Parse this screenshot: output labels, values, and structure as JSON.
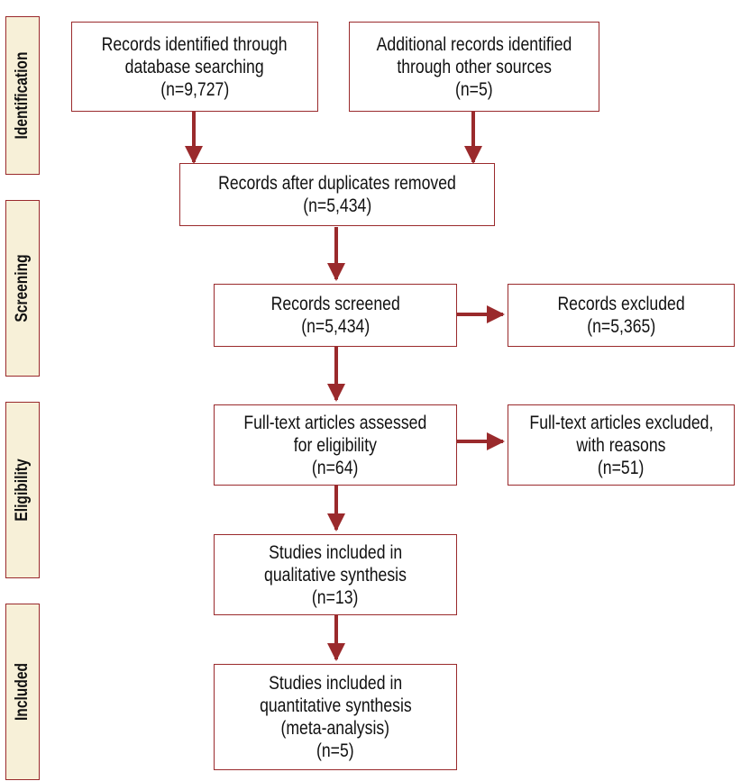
{
  "colors": {
    "stroke": "#9a2a2c",
    "tab_fill": "#f7f0d8",
    "text": "#111111"
  },
  "phases": {
    "identification": "Identification",
    "screening": "Screening",
    "eligibility": "Eligibility",
    "included": "Included"
  },
  "boxes": {
    "database_records": {
      "line1": "Records identified through",
      "line2": "database searching",
      "line3": "(n=9,727)"
    },
    "other_records": {
      "line1": "Additional records identified",
      "line2": "through other sources",
      "line3": "(n=5)"
    },
    "after_duplicates": {
      "line1": "Records after duplicates removed",
      "line2": "(n=5,434)"
    },
    "screened": {
      "line1": "Records screened",
      "line2": "(n=5,434)"
    },
    "excluded": {
      "line1": "Records excluded",
      "line2": "(n=5,365)"
    },
    "fulltext_assessed": {
      "line1": "Full-text articles assessed",
      "line2": "for eligibility",
      "line3": "(n=64)"
    },
    "fulltext_excluded": {
      "line1": "Full-text articles excluded,",
      "line2": "with reasons",
      "line3": "(n=51)"
    },
    "qualitative": {
      "line1": "Studies included in",
      "line2": "qualitative synthesis",
      "line3": "(n=13)"
    },
    "quantitative": {
      "line1": "Studies included in",
      "line2": "quantitative synthesis",
      "line3": "(meta-analysis)",
      "line4": "(n=5)"
    }
  }
}
